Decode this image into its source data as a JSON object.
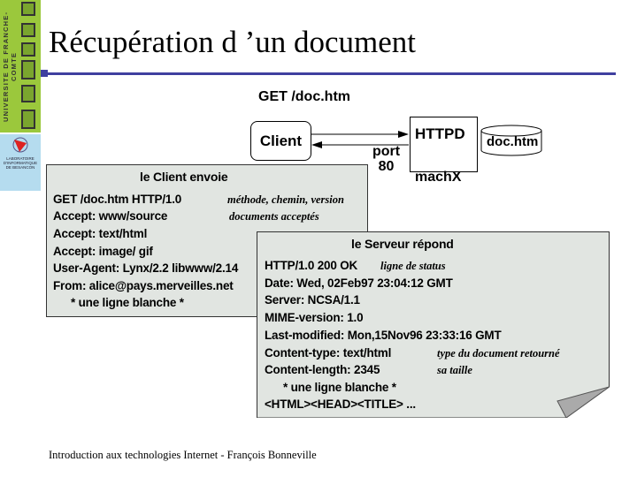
{
  "sidebar": {
    "university": "UNIVERSITE DE FRANCHE-COMTE",
    "lab_logo": "LABORATOIRE D'INFORMATIQUE DE BESANCON"
  },
  "title": "Récupération d ’un document",
  "diagram": {
    "request": "GET /doc.htm",
    "client": "Client",
    "server": "HTTPD",
    "port": "port",
    "port_number": "80",
    "machine": "machX",
    "file": "doc.htm"
  },
  "client_panel": {
    "heading": "le Client envoie",
    "lines": [
      "GET  /doc.htm HTTP/1.0",
      "Accept: www/source",
      "Accept: text/html",
      "Accept: image/ gif",
      "User-Agent:  Lynx/2.2  libwww/2.14",
      "From:  alice@pays.merveilles.net",
      "* une ligne blanche *"
    ],
    "notes": [
      "méthode, chemin, version",
      "documents acceptés"
    ]
  },
  "server_panel": {
    "heading": "le Serveur répond",
    "lines": [
      "HTTP/1.0 200 OK",
      "Date: Wed, 02Feb97  23:04:12 GMT",
      "Server: NCSA/1.1",
      "MIME-version:  1.0",
      "Last-modified:  Mon,15Nov96 23:33:16 GMT",
      "Content-type: text/html",
      "Content-length: 2345",
      "* une ligne blanche *",
      "<HTML><HEAD><TITLE> ..."
    ],
    "notes": [
      "ligne de status",
      "type du document retourné",
      "sa taille"
    ]
  },
  "footer": "Introduction aux technologies Internet - François Bonneville",
  "colors": {
    "accent": "#3f3f9f",
    "sidebar": "#9bc83c",
    "panel": "#e1e5e1"
  }
}
